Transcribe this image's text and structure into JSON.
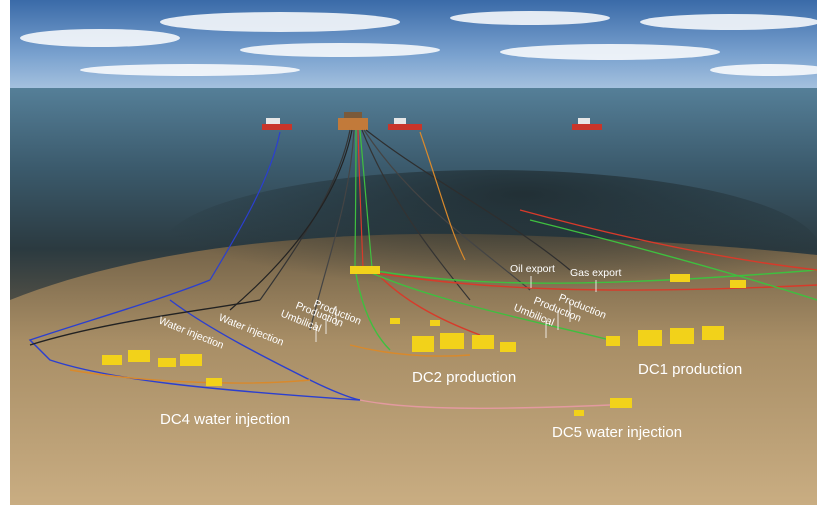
{
  "labels": {
    "oil_export": "Oil export",
    "gas_export": "Gas export",
    "production_1": "Production",
    "production_2": "Production",
    "umbilical_1": "Umbilical",
    "production_3": "Production",
    "production_4": "Production",
    "umbilical_2": "Umbilical",
    "water_injection_1": "Water injection",
    "water_injection_2": "Water injection",
    "dc1": "DC1 production",
    "dc2": "DC2 production",
    "dc4": "DC4 water injection",
    "dc5": "DC5 water injection"
  },
  "colors": {
    "sky_top": "#3f6fae",
    "sea": "#4f6f84",
    "seabed": "#b89b70",
    "production_line": "#3fbf3f",
    "oil_export_line": "#d83a2a",
    "water_injection_line": "#2b3fd0",
    "equipment": "#f2d21a",
    "label": "#ffffff"
  }
}
